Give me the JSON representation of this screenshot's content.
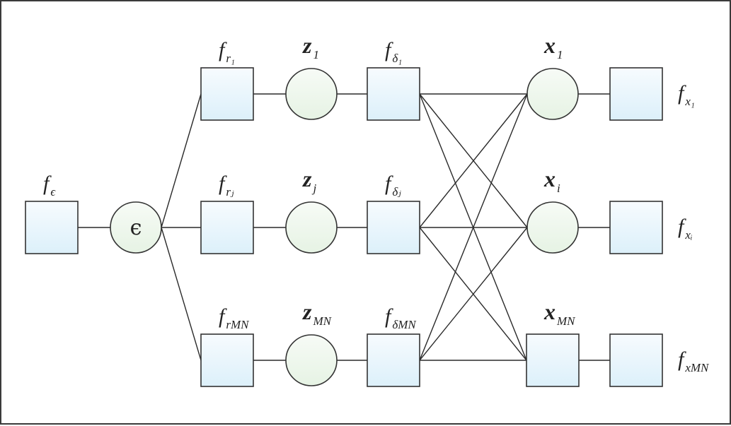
{
  "diagram": {
    "type": "factor-graph",
    "colors": {
      "factor_fill_top": "#f7fbfe",
      "factor_fill_bottom": "#dcf0fa",
      "variable_fill_top": "#f7fbf6",
      "variable_fill_bottom": "#e6f3e4",
      "stroke": "#333333",
      "border": "#3a3a3a"
    },
    "nodes": [
      {
        "id": "f_eps",
        "kind": "factor",
        "label": "f",
        "sub": "ϵ",
        "center_glyph": ""
      },
      {
        "id": "eps",
        "kind": "variable",
        "label": "",
        "sub": "",
        "center_glyph": "ϵ"
      },
      {
        "id": "f_r1",
        "kind": "factor",
        "label": "f",
        "sub": "r₁",
        "center_glyph": ""
      },
      {
        "id": "f_rj",
        "kind": "factor",
        "label": "f",
        "sub": "rⱼ",
        "center_glyph": ""
      },
      {
        "id": "f_rMN",
        "kind": "factor",
        "label": "f",
        "sub": "rMN",
        "center_glyph": ""
      },
      {
        "id": "z1",
        "kind": "variable",
        "label": "z",
        "sub": "1",
        "center_glyph": ""
      },
      {
        "id": "zj",
        "kind": "variable",
        "label": "z",
        "sub": "j",
        "center_glyph": ""
      },
      {
        "id": "zMN",
        "kind": "variable",
        "label": "z",
        "sub": "MN",
        "center_glyph": ""
      },
      {
        "id": "f_d1",
        "kind": "factor",
        "label": "f",
        "sub": "δ₁",
        "center_glyph": ""
      },
      {
        "id": "f_dj",
        "kind": "factor",
        "label": "f",
        "sub": "δⱼ",
        "center_glyph": ""
      },
      {
        "id": "f_dMN",
        "kind": "factor",
        "label": "f",
        "sub": "δMN",
        "center_glyph": ""
      },
      {
        "id": "x1",
        "kind": "variable",
        "label": "x",
        "sub": "1",
        "center_glyph": ""
      },
      {
        "id": "xi",
        "kind": "variable",
        "label": "x",
        "sub": "i",
        "center_glyph": ""
      },
      {
        "id": "xMN",
        "kind": "factor",
        "label": "x",
        "sub": "MN",
        "center_glyph": ""
      },
      {
        "id": "f_x1",
        "kind": "factor",
        "label": "f",
        "sub": "x₁",
        "center_glyph": ""
      },
      {
        "id": "f_xi",
        "kind": "factor",
        "label": "f",
        "sub": "xᵢ",
        "center_glyph": ""
      },
      {
        "id": "f_xMN",
        "kind": "factor",
        "label": "f",
        "sub": "xMN",
        "center_glyph": ""
      }
    ],
    "edges": [
      [
        "f_eps",
        "eps"
      ],
      [
        "eps",
        "f_r1"
      ],
      [
        "eps",
        "f_rj"
      ],
      [
        "eps",
        "f_rMN"
      ],
      [
        "f_r1",
        "z1"
      ],
      [
        "f_rj",
        "zj"
      ],
      [
        "f_rMN",
        "zMN"
      ],
      [
        "z1",
        "f_d1"
      ],
      [
        "zj",
        "f_dj"
      ],
      [
        "zMN",
        "f_dMN"
      ],
      [
        "f_d1",
        "x1"
      ],
      [
        "f_d1",
        "xi"
      ],
      [
        "f_d1",
        "xMN"
      ],
      [
        "f_dj",
        "x1"
      ],
      [
        "f_dj",
        "xi"
      ],
      [
        "f_dj",
        "xMN"
      ],
      [
        "f_dMN",
        "x1"
      ],
      [
        "f_dMN",
        "xi"
      ],
      [
        "f_dMN",
        "xMN"
      ],
      [
        "x1",
        "f_x1"
      ],
      [
        "xi",
        "f_xi"
      ],
      [
        "xMN",
        "f_xMN"
      ]
    ]
  }
}
